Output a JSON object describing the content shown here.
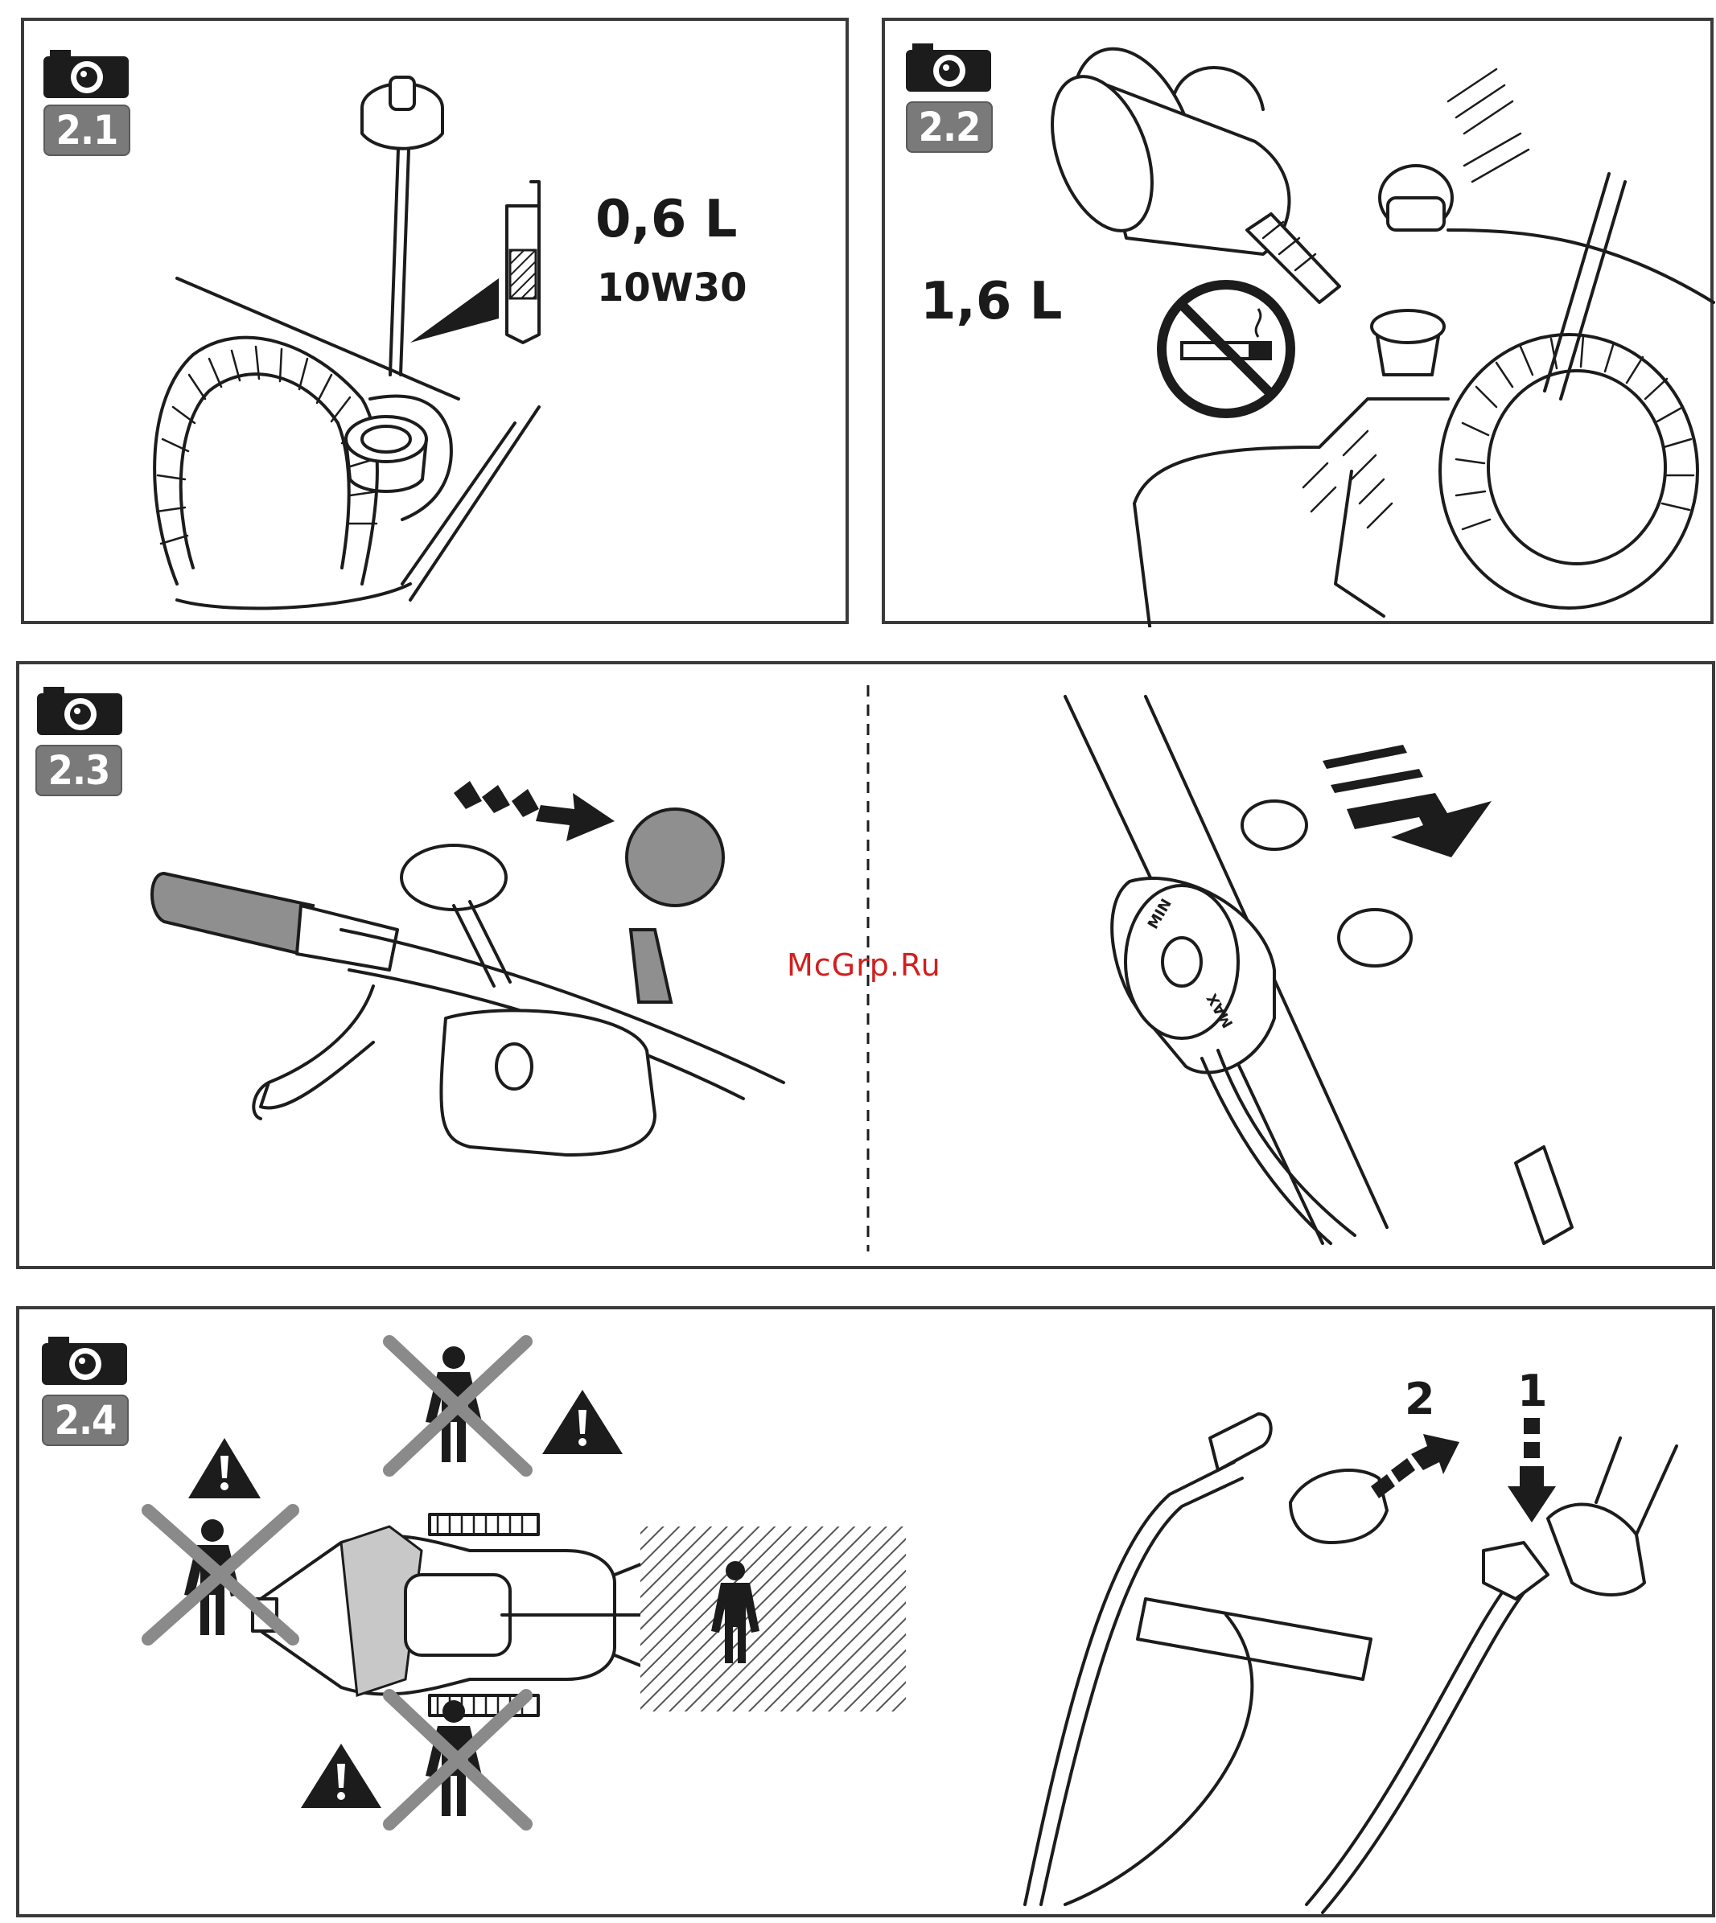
{
  "panels": [
    {
      "id": "2.1",
      "label": "2.1",
      "volume": "0,6 L",
      "oil_grade": "10W30"
    },
    {
      "id": "2.2",
      "label": "2.2",
      "volume": "1,6 L"
    },
    {
      "id": "2.3",
      "label": "2.3",
      "dial_min": "MIN",
      "dial_max": "MAX"
    },
    {
      "id": "2.4",
      "label": "2.4",
      "step_1": "1",
      "step_2": "2"
    }
  ],
  "watermark": "McGrp.Ru",
  "icons": [
    "camera-icon",
    "no-smoking-icon",
    "warning-icon",
    "person-icon",
    "arrow-icon"
  ],
  "colors": {
    "frame": "#3a3a3a",
    "badge": "#7a7a7a",
    "watermark": "#d21f1f",
    "cross": "#8a8a8a"
  }
}
